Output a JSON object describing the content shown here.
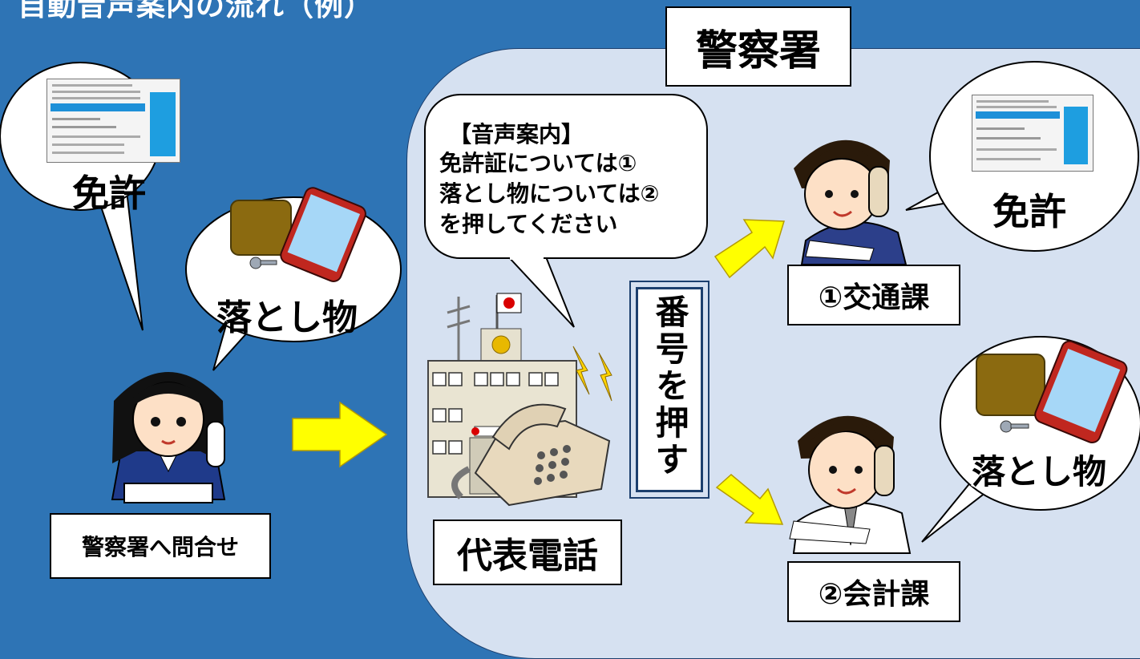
{
  "title": "自動音声案内の流れ（例）",
  "police_station": "警察署",
  "guidance": {
    "line1": "【音声案内】",
    "line2": "免許証については①",
    "line3": "落とし物については②",
    "line4": "を押してください"
  },
  "caller_label": "警察署へ問合せ",
  "caller_bubble_license": "免許",
  "caller_bubble_lost": "落とし物",
  "main_phone_label": "代表電話",
  "press_number": "番号を押す",
  "dept1_label": "①交通課",
  "dept1_bubble": "免許",
  "dept2_label": "②会計課",
  "dept2_bubble": "落とし物",
  "colors": {
    "background": "#2e74b5",
    "panel": "#d6e1f1",
    "arrow": "#ffff00"
  }
}
